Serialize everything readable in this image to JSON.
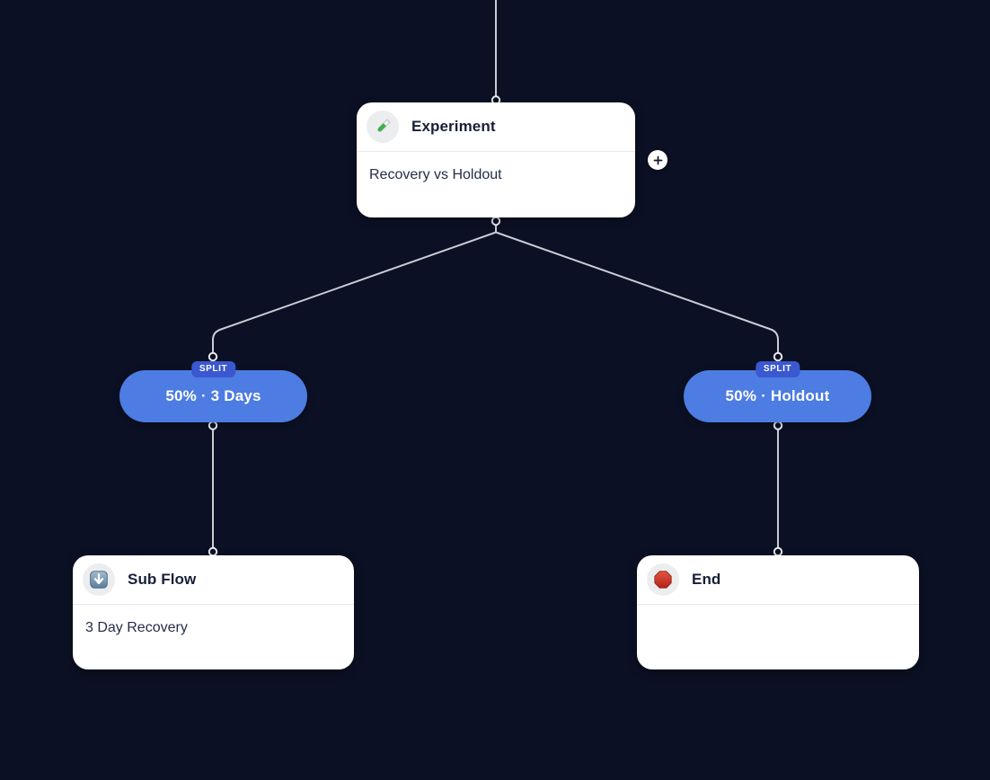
{
  "canvas": {
    "background": "#0b1024",
    "connector_color": "#c9ccd3"
  },
  "nodes": {
    "experiment": {
      "title": "Experiment",
      "subtitle": "Recovery vs Holdout",
      "icon": "test-tube"
    },
    "sub_flow": {
      "title": "Sub Flow",
      "subtitle": "3 Day Recovery",
      "icon": "down-arrow"
    },
    "end": {
      "title": "End",
      "subtitle": "",
      "icon": "stop-sign"
    }
  },
  "splits": {
    "left": {
      "badge": "SPLIT",
      "label": "50% · 3 Days"
    },
    "right": {
      "badge": "SPLIT",
      "label": "50% · Holdout"
    }
  },
  "add_button": {
    "label": "+"
  },
  "colors": {
    "split_pill": "#4d7ce2",
    "split_badge": "#3a58d0",
    "card_background": "#ffffff",
    "node_title_text": "#171f38",
    "node_body_text": "#252e47"
  }
}
